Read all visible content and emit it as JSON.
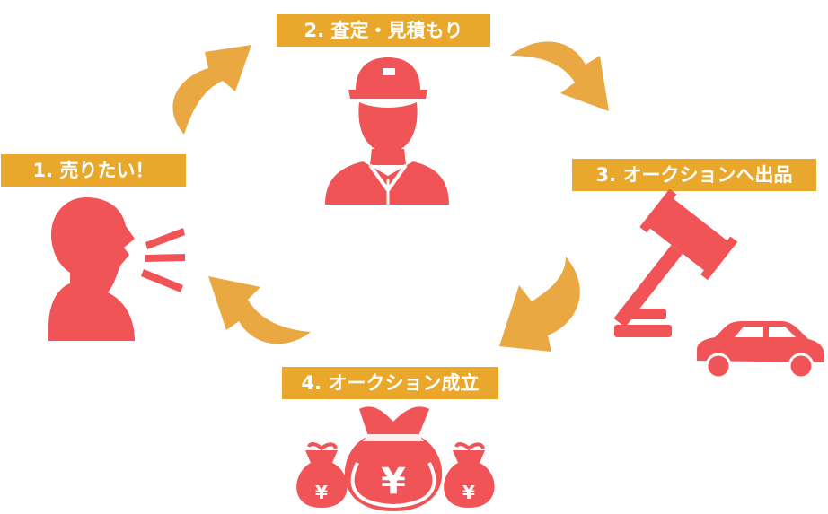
{
  "steps": [
    {
      "label": "1. 売りたい！",
      "icon": "speaking-person-icon"
    },
    {
      "label": "2. 査定・見積もり",
      "icon": "mechanic-person-icon"
    },
    {
      "label": "3. オークションへ出品",
      "icon": "gavel-and-car-icon"
    },
    {
      "label": "4. オークション成立",
      "icon": "money-bags-yen-icon"
    }
  ],
  "money_bag_symbol": "¥",
  "colors": {
    "label_bg": "#E9A82B",
    "arrow": "#E9A842",
    "icon": "#F05456",
    "label_text": "#FFFFFF"
  }
}
